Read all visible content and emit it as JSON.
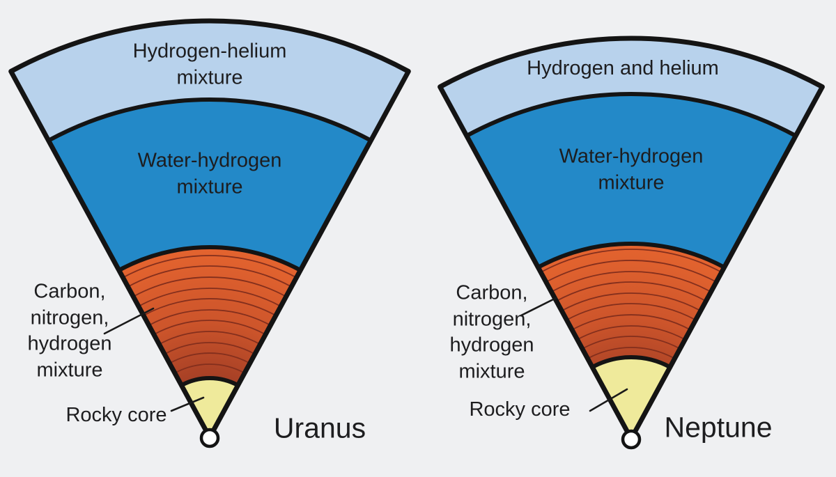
{
  "colors": {
    "background": "#eff0f2",
    "outline": "#141414",
    "text": "#1d1d1f",
    "leader_line": "#1a1a1a",
    "atmosphere_fill": "#b8d2ec",
    "water_fill": "#2389c8",
    "cnh_inner": "#8f3520",
    "cnh_mid1": "#a84126",
    "cnh_mid2": "#cd552b",
    "cnh_outer": "#e4642f",
    "cnh_ring_line": "#832f1d",
    "core_fill": "#efea9b",
    "center_dot": "#ffffff"
  },
  "panels": [
    {
      "planet": "Uranus",
      "atmosphere_label": "Hydrogen-helium\nmixture",
      "mantle_label": "Water-hydrogen\nmixture",
      "cnh_label": "Carbon,\nnitrogen,\nhydrogen\nmixture",
      "core_label": "Rocky core"
    },
    {
      "planet": "Neptune",
      "atmosphere_label": "Hydrogen and helium",
      "mantle_label": "Water-hydrogen\nmixture",
      "cnh_label": "Carbon,\nnitrogen,\nhydrogen\nmixture",
      "core_label": "Rocky core"
    }
  ]
}
